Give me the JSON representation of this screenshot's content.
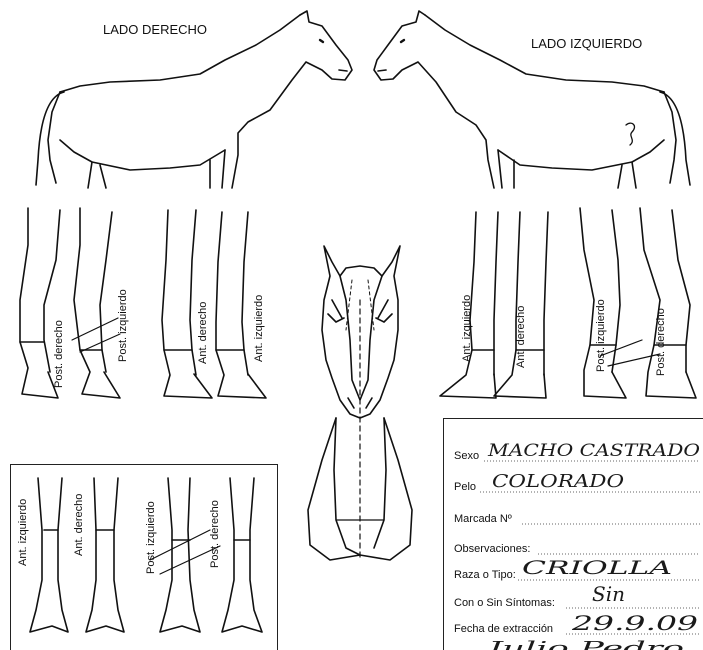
{
  "headers": {
    "right_side": "LADO DERECHO",
    "left_side": "LADO IZQUIERDO"
  },
  "top_legs": {
    "left_group": [
      "Post. derecho",
      "Post. izquierdo",
      "Ant. derecho",
      "Ant. izquierdo"
    ],
    "right_group": [
      "Ant. izquierdo",
      "Ant. derecho",
      "Post. izquierdo",
      "Post. derecho"
    ]
  },
  "bottom_legs": [
    "Ant. izquierdo",
    "Ant. derecho",
    "Post. izquierdo",
    "Post. derecho"
  ],
  "form": {
    "fields": [
      {
        "label": "Sexo",
        "value": "MACHO CASTRADO"
      },
      {
        "label": "Pelo",
        "value": "COLORADO"
      },
      {
        "label": "Marcada Nº",
        "value": ""
      },
      {
        "label": "Observaciones:",
        "value": ""
      },
      {
        "label": "Raza o Tipo:",
        "value": "CRIOLLA"
      },
      {
        "label": "Con o Sin Síntomas:",
        "value": "Sin"
      },
      {
        "label": "Fecha de extracción",
        "value": "29.9.09"
      }
    ],
    "signature_scrawl": "Julio Pedro"
  }
}
